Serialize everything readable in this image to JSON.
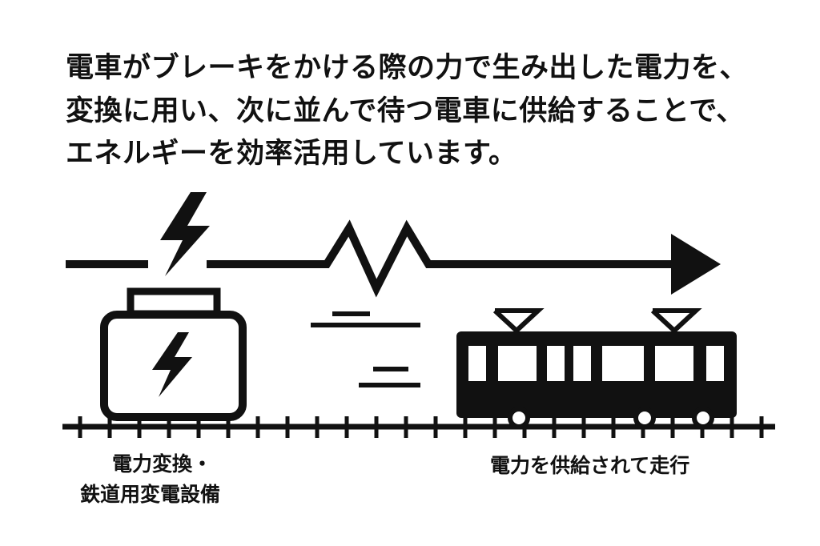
{
  "caption": {
    "lines": [
      "電車がブレーキをかける際の力で生み出した電力を、",
      "変換に用い、次に並んで待つ電車に供給することで、",
      "エネルギーを効率活用しています。"
    ]
  },
  "labels": {
    "substation_line1": "電力変換・",
    "substation_line2": "鉄道用変電設備",
    "train": "電力を供給されて走行"
  },
  "colors": {
    "ink": "#111111",
    "background": "#ffffff"
  }
}
